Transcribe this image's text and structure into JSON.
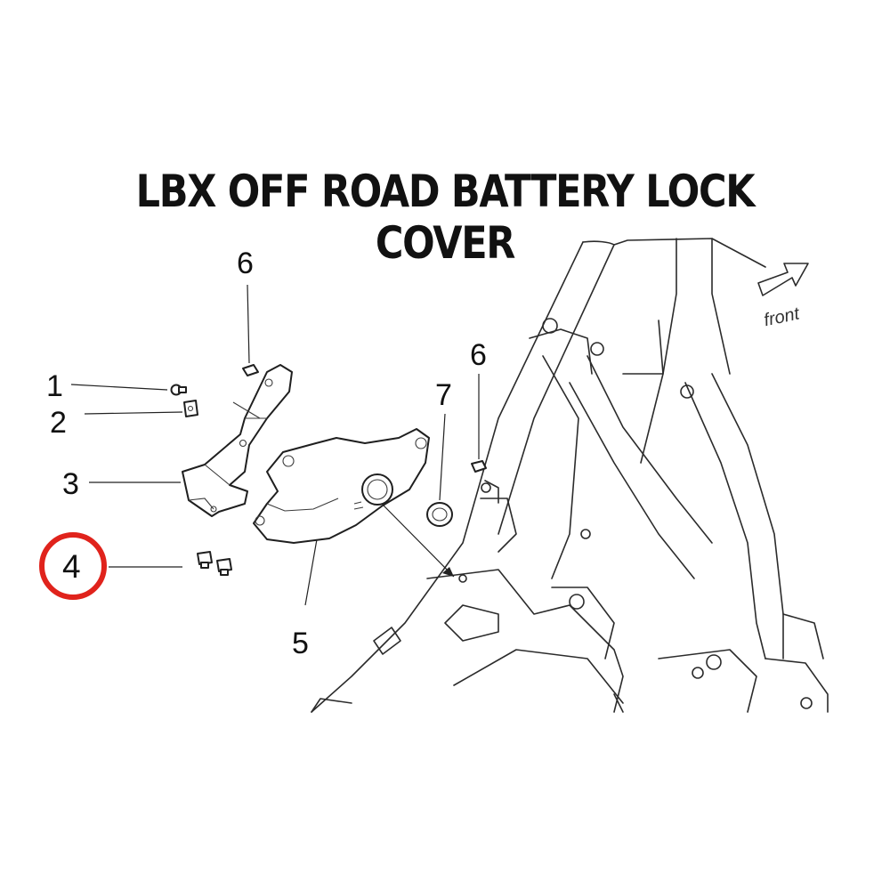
{
  "title": "LBX OFF ROAD BATTERY LOCK COVER",
  "direction_label": "front",
  "highlight_color": "#e0231c",
  "callouts": [
    {
      "id": "1",
      "label": "1"
    },
    {
      "id": "2",
      "label": "2"
    },
    {
      "id": "3",
      "label": "3"
    },
    {
      "id": "4",
      "label": "4",
      "highlighted": true
    },
    {
      "id": "5",
      "label": "5"
    },
    {
      "id": "6a",
      "label": "6"
    },
    {
      "id": "6b",
      "label": "6"
    },
    {
      "id": "7",
      "label": "7"
    }
  ]
}
